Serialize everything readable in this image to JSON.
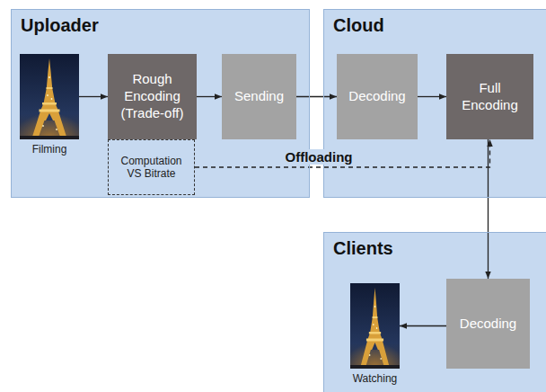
{
  "diagram": {
    "nodes": [
      {
        "text": [
          "Uploader"
        ]
      },
      {
        "text": [
          "Filming"
        ],
        "in": 0
      },
      {
        "text": [
          "Rough Encoding (Trade-off)"
        ],
        "in": 0
      },
      {
        "text": [
          "Computation VS Bitrate"
        ],
        "in": 0
      },
      {
        "text": [
          "Sending"
        ],
        "in": 0
      },
      {
        "text": [
          "Cloud"
        ]
      },
      {
        "text": [
          "Decoding"
        ],
        "in": 5
      },
      {
        "text": [
          "Full Encoding"
        ],
        "in": 5
      },
      {
        "text": [
          "Clients"
        ]
      },
      {
        "text": [
          "Watching"
        ],
        "in": 8
      },
      {
        "text": [
          "Decoding"
        ],
        "in": 8
      }
    ],
    "edges": [
      {
        "from": 1,
        "to": 2,
        "arrow": "to"
      },
      {
        "from": 2,
        "to": 4,
        "arrow": "to"
      },
      {
        "from": 4,
        "to": 6,
        "arrow": "to"
      },
      {
        "from": 6,
        "to": 7,
        "arrow": "to"
      },
      {
        "from": 3,
        "to": 7,
        "label": "Offloading",
        "arrow": "to"
      },
      {
        "from": 7,
        "to": 10,
        "arrow": "to"
      },
      {
        "from": 10,
        "to": 9,
        "arrow": "to"
      }
    ]
  }
}
